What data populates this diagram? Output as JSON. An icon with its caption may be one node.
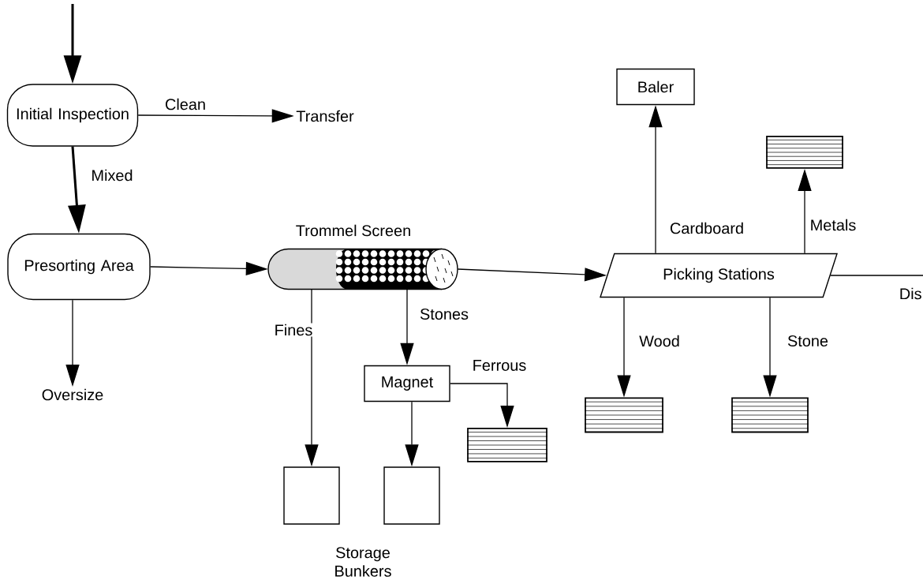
{
  "diagram": {
    "nodes": [
      {
        "text": [
          "Initial Inspection"
        ]
      },
      {
        "text": [
          "Transfer"
        ]
      },
      {
        "text": [
          "Presorting Area"
        ]
      },
      {
        "text": [
          "Oversize"
        ]
      },
      {
        "text": [
          "Trommel Screen"
        ]
      },
      {
        "text": [
          "Picking Stations"
        ]
      },
      {
        "text": [
          "Magnet"
        ]
      },
      {
        "text": [],
        "shape": "box"
      },
      {
        "text": [],
        "shape": "box"
      },
      {
        "text": [],
        "shape": "box"
      },
      {
        "text": [
          "Baler"
        ]
      },
      {
        "text": [],
        "shape": "box"
      },
      {
        "text": [],
        "shape": "box"
      },
      {
        "text": [],
        "shape": "box"
      }
    ],
    "edges": [
      {
        "from": null,
        "to": 0,
        "arrow": "to",
        "style": "thick"
      },
      {
        "from": 0,
        "to": 1,
        "arrow": "to",
        "label": "Clean"
      },
      {
        "from": 0,
        "to": 2,
        "arrow": "to",
        "label": "Mixed",
        "style": "thick"
      },
      {
        "from": 2,
        "to": 3,
        "arrow": "to"
      },
      {
        "from": 2,
        "to": 4,
        "arrow": "to"
      },
      {
        "from": 4,
        "to": 7,
        "arrow": "to",
        "label": "Fines"
      },
      {
        "from": 4,
        "to": 6,
        "arrow": "to",
        "label": "Stones"
      },
      {
        "from": 6,
        "to": 8,
        "arrow": "to"
      },
      {
        "from": 6,
        "to": 9,
        "arrow": "to",
        "label": "Ferrous"
      },
      {
        "from": 4,
        "to": 5,
        "arrow": "to"
      },
      {
        "from": 5,
        "to": 10,
        "arrow": "to",
        "label": "Cardboard"
      },
      {
        "from": 5,
        "to": 11,
        "arrow": "to",
        "label": "Metals"
      },
      {
        "from": 5,
        "to": 12,
        "arrow": "to",
        "label": "Wood"
      },
      {
        "from": 5,
        "to": 13,
        "arrow": "to",
        "label": "Stone"
      },
      {
        "from": 5,
        "to": null,
        "arrow": "none",
        "label": "Dis"
      }
    ],
    "labels": [
      "Storage Bunkers"
    ]
  }
}
